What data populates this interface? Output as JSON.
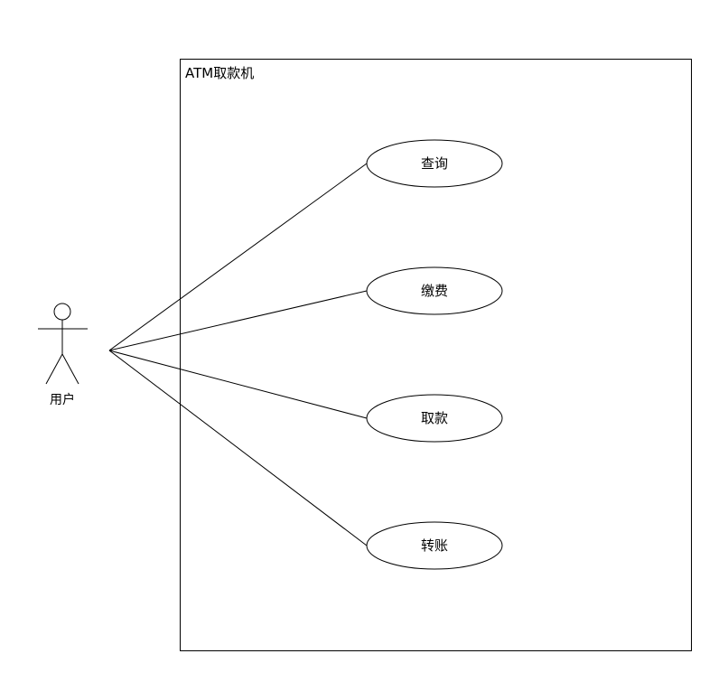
{
  "system": {
    "title": "ATM取款机"
  },
  "actor": {
    "label": "用户"
  },
  "use_cases": [
    {
      "label": "查询"
    },
    {
      "label": "缴费"
    },
    {
      "label": "取款"
    },
    {
      "label": "转账"
    }
  ]
}
